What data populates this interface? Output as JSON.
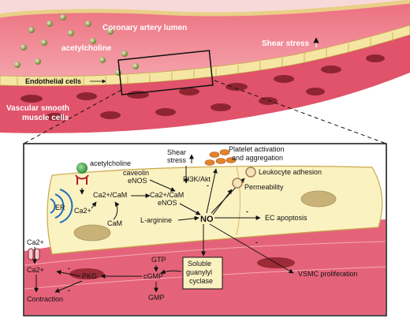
{
  "colors": {
    "lumen": "#f07a86",
    "lumen_light": "#f7a9b1",
    "endothelium": "#f5e6a3",
    "smooth_muscle": "#e0536a",
    "muscle_nucleus": "#8e2430",
    "cell_nucleus": "#c8b277",
    "particle": "#7a8f3c",
    "platelet": "#e5822a"
  },
  "vessel": {
    "lumen_label": "Coronary artery lumen",
    "acetylcholine_label": "acetylcholine",
    "shear_label": "Shear stress",
    "endothelial_label": "Endothelial cells",
    "smooth_muscle_label_1": "Vascular smooth",
    "smooth_muscle_label_2": "muscle cells"
  },
  "inset": {
    "acetylcholine": "acetylcholine",
    "caveolin": "caveolin",
    "enos_1": "eNOS",
    "er": "ER",
    "ca": "Ca2+",
    "ca_cam_1": "Ca2+/CaM",
    "cam": "CaM",
    "shear_1": "Shear",
    "shear_2": "stress",
    "pi3k": "PI3K/Akt",
    "ca_cam_2": "Ca2+/CaM",
    "enos_2": "eNOS",
    "l_arginine": "L-arginine",
    "no": "NO",
    "platelet_1": "Platelet activation",
    "platelet_2": "and aggregation",
    "leukocyte": "Leukocyte adhesion",
    "permeability": "Permeability",
    "ec_apoptosis": "EC apoptosis",
    "minus": "-",
    "gtp": "GTP",
    "cgmp": "cGMP",
    "gmp": "GMP",
    "pkg": "PKG",
    "sgc_1": "Soluble",
    "sgc_2": "guanylyl",
    "sgc_3": "cyclase",
    "vsmc": "VSMC proliferation",
    "ca_smc_1": "Ca2+",
    "ca_smc_2": "Ca2+",
    "contraction": "Contraction"
  }
}
